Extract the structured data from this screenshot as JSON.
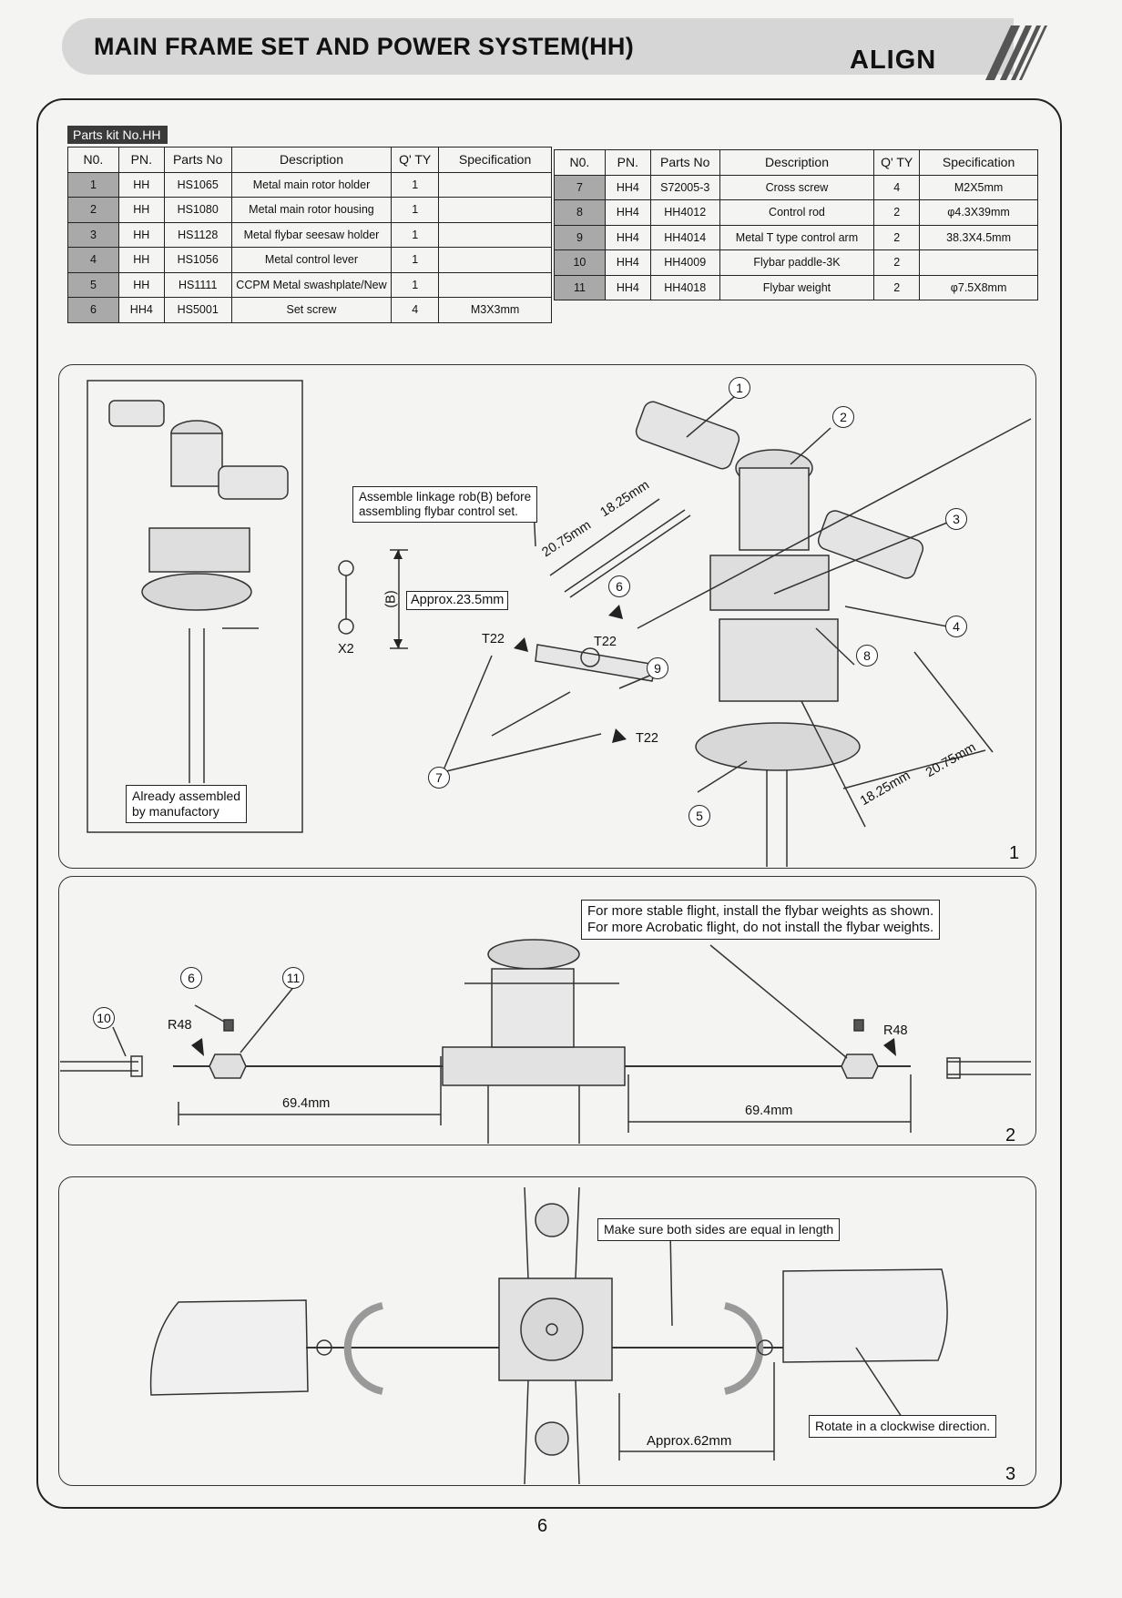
{
  "header": {
    "title": "MAIN FRAME SET AND POWER SYSTEM(HH)",
    "brand": "ALIGN"
  },
  "parts_kit": {
    "label": "Parts kit No.HH",
    "columns": [
      "N0.",
      "PN.",
      "Parts No",
      "Description",
      "Q' TY",
      "Specification"
    ],
    "left": [
      [
        "1",
        "HH",
        "HS1065",
        "Metal main rotor holder",
        "1",
        ""
      ],
      [
        "2",
        "HH",
        "HS1080",
        "Metal main rotor housing",
        "1",
        ""
      ],
      [
        "3",
        "HH",
        "HS1128",
        "Metal flybar seesaw holder",
        "1",
        ""
      ],
      [
        "4",
        "HH",
        "HS1056",
        "Metal control lever",
        "1",
        ""
      ],
      [
        "5",
        "HH",
        "HS1111",
        "CCPM Metal swashplate/New",
        "1",
        ""
      ],
      [
        "6",
        "HH4",
        "HS5001",
        "Set screw",
        "4",
        "M3X3mm"
      ]
    ],
    "right": [
      [
        "7",
        "HH4",
        "S72005-3",
        "Cross screw",
        "4",
        "M2X5mm"
      ],
      [
        "8",
        "HH4",
        "HH4012",
        "Control rod",
        "2",
        "φ4.3X39mm"
      ],
      [
        "9",
        "HH4",
        "HH4014",
        "Metal T type control arm",
        "2",
        "38.3X4.5mm"
      ],
      [
        "10",
        "HH4",
        "HH4009",
        "Flybar paddle-3K",
        "2",
        ""
      ],
      [
        "11",
        "HH4",
        "HH4018",
        "Flybar weight",
        "2",
        "φ7.5X8mm"
      ]
    ]
  },
  "step1": {
    "number": "1",
    "assembled_note": "Already assembled\nby manufactory",
    "linkage_note": "Assemble linkage rob(B) before\nassembling flybar control set.",
    "approx": "Approx.23.5mm",
    "ball_label": "(B)",
    "qty": "X2",
    "glue": "T22",
    "dim_a": "20.75mm",
    "dim_b": "18.25mm",
    "callouts": [
      "1",
      "2",
      "3",
      "4",
      "5",
      "6",
      "7",
      "8",
      "9"
    ]
  },
  "step2": {
    "number": "2",
    "note": "For more stable flight, install the flybar weights as shown.\nFor more Acrobatic flight, do not install the flybar weights.",
    "glue": "R48",
    "dim": "69.4mm",
    "callouts": [
      "10",
      "6",
      "11"
    ]
  },
  "step3": {
    "number": "3",
    "equal_note": "Make sure both sides are equal in length",
    "rotate_note": "Rotate in a clockwise direction.",
    "approx": "Approx.62mm"
  },
  "page_number": "6"
}
